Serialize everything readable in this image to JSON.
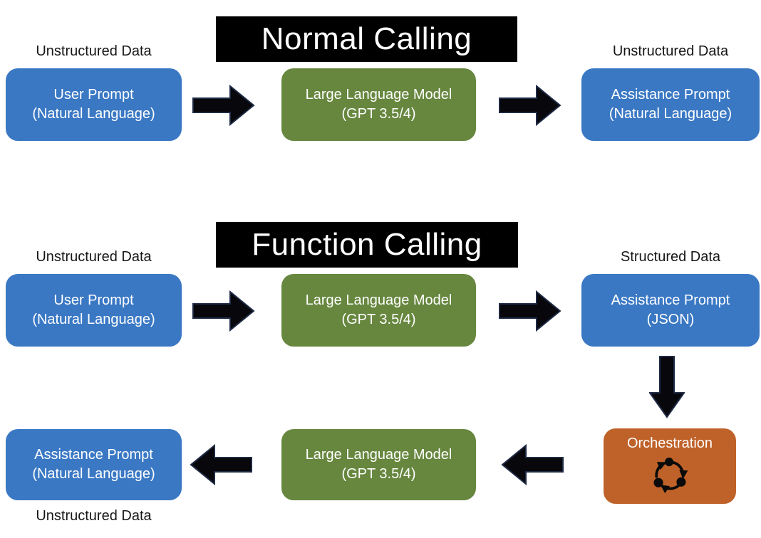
{
  "colors": {
    "node_blue": "#3a78c4",
    "node_green": "#67873f",
    "node_orange": "#bf6229",
    "arrow_black": "#07070c",
    "banner_bg": "#000000",
    "banner_text": "#ffffff"
  },
  "normal_section": {
    "title": "Normal Calling",
    "left_label": "Unstructured Data",
    "right_label": "Unstructured Data",
    "user_prompt": {
      "line1": "User Prompt",
      "line2": "(Natural Language)"
    },
    "llm": {
      "line1": "Large Language Model",
      "line2": "(GPT 3.5/4)"
    },
    "assistance": {
      "line1": "Assistance Prompt",
      "line2": "(Natural Language)"
    }
  },
  "function_section": {
    "title": "Function Calling",
    "left_label": "Unstructured Data",
    "right_label": "Structured Data",
    "bottom_label": "Unstructured Data",
    "user_prompt": {
      "line1": "User Prompt",
      "line2": "(Natural Language)"
    },
    "llm_top": {
      "line1": "Large Language Model",
      "line2": "(GPT 3.5/4)"
    },
    "assistance_json": {
      "line1": "Assistance Prompt",
      "line2": "(JSON)"
    },
    "orchestration": {
      "label": "Orchestration",
      "icon": "cycle-icon"
    },
    "llm_bottom": {
      "line1": "Large Language Model",
      "line2": "(GPT 3.5/4)"
    },
    "assistance_nl": {
      "line1": "Assistance Prompt",
      "line2": "(Natural Language)"
    }
  }
}
